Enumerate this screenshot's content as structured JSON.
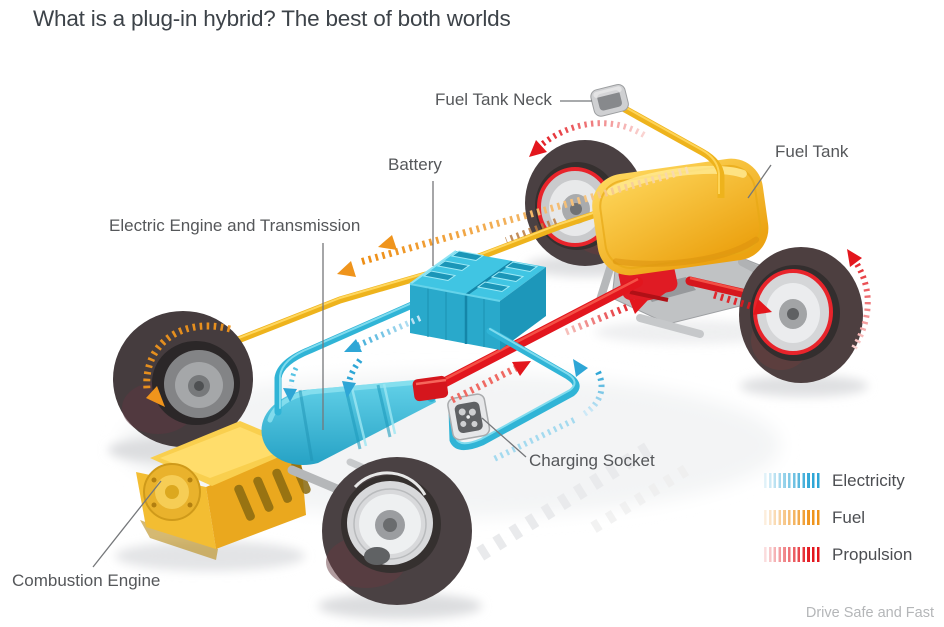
{
  "title": "What is a plug-in hybrid? The best of both worlds",
  "watermark": "Drive Safe and Fast",
  "diagram": {
    "labels": {
      "fuel_tank_neck": "Fuel Tank Neck",
      "battery": "Battery",
      "fuel_tank": "Fuel Tank",
      "electric_engine": "Electric Engine and Transmission",
      "charging_socket": "Charging Socket",
      "combustion_engine": "Combustion Engine"
    },
    "colors": {
      "electricity_blue": "#2ea6d6",
      "fuel_orange": "#ef941c",
      "propulsion_red": "#e3161d",
      "engine_yellow": "#f2b92e",
      "battery_cyan": "#2eb6d8",
      "fuel_tank_yellow": "#f5c33e",
      "tire_dark": "#4a4143",
      "chassis_gray": "#c0c2c4"
    }
  },
  "legend": {
    "items": [
      {
        "label": "Electricity",
        "color": "#2ea6d6"
      },
      {
        "label": "Fuel",
        "color": "#ef941c"
      },
      {
        "label": "Propulsion",
        "color": "#e3161d"
      }
    ]
  }
}
